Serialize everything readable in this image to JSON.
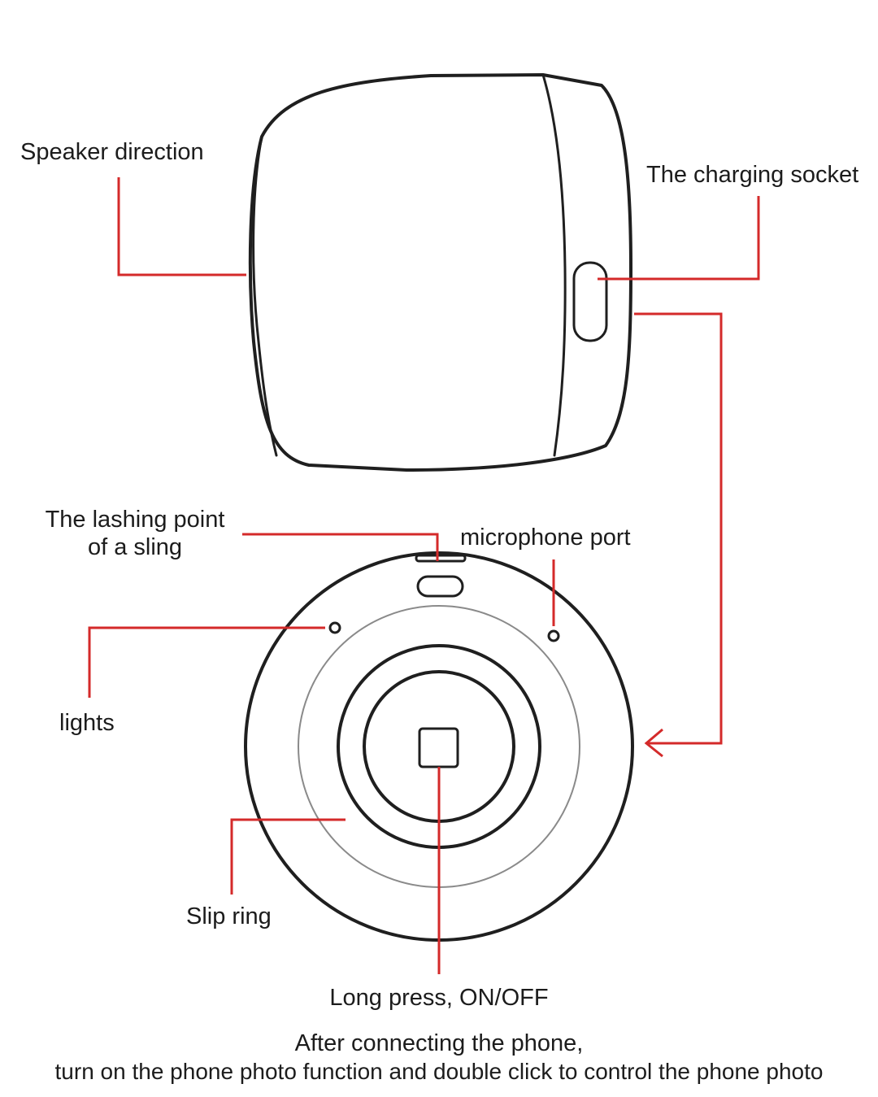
{
  "labels": {
    "speaker_direction": "Speaker direction",
    "charging_socket": "The charging socket",
    "lashing_point_line1": "The lashing point",
    "lashing_point_line2": "of a sling",
    "microphone_port": "microphone port",
    "lights": "lights",
    "slip_ring": "Slip ring",
    "power_button": "Long press, ON/OFF",
    "note_line1": "After connecting the phone,",
    "note_line2": "turn on the phone photo function and double click to control the phone photo"
  },
  "colors": {
    "outline": "#1f1f1f",
    "leader_line": "#d42a2a",
    "inner_ring": "#8a8a8a",
    "text": "#1c1c1c",
    "background": "#ffffff"
  }
}
